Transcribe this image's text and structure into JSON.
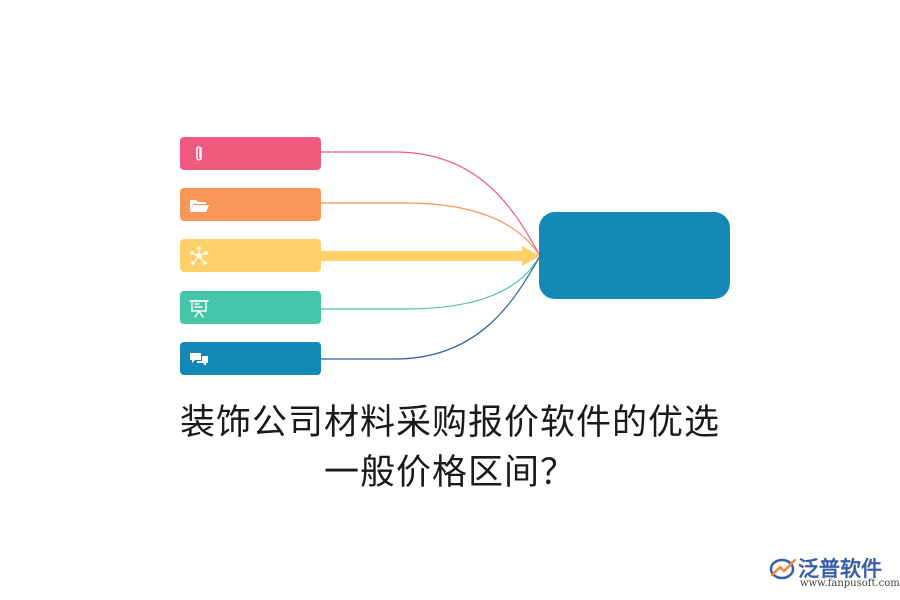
{
  "diagram": {
    "items": [
      {
        "icon": "paperclip-icon",
        "color": "#f05a7e"
      },
      {
        "icon": "folder-icon",
        "color": "#f79656"
      },
      {
        "icon": "network-icon",
        "color": "#fdd06a"
      },
      {
        "icon": "presentation-icon",
        "color": "#45c6a8"
      },
      {
        "icon": "chat-icon",
        "color": "#1488b6"
      }
    ],
    "hub": {
      "color": "#1488b6"
    },
    "title_line1": "装饰公司材料采购报价软件的优选",
    "title_line2": "一般价格区间？"
  },
  "logo": {
    "name": "泛普软件",
    "url": "www.fanpusoft.com",
    "color": "#3a5fa8"
  }
}
